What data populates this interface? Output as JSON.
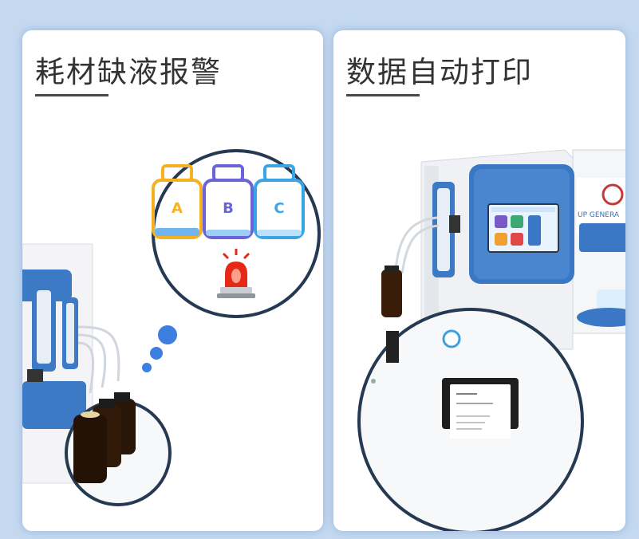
{
  "panels": [
    {
      "title": "耗材缺液报警",
      "bottles": [
        "A",
        "B",
        "C"
      ],
      "colors": {
        "bottle_a": "#f5b120",
        "bottle_b": "#6a64d8",
        "bottle_c": "#3aa4e4",
        "alarm": "#e52818"
      }
    },
    {
      "title": "数据自动打印",
      "brand": "UP GENERA",
      "colors": {
        "device_accent": "#3a78c6",
        "screen": "#e8f4ff"
      }
    }
  ],
  "colors": {
    "background": "#c4d8f0",
    "card": "#ffffff",
    "ring": "#253a52"
  }
}
